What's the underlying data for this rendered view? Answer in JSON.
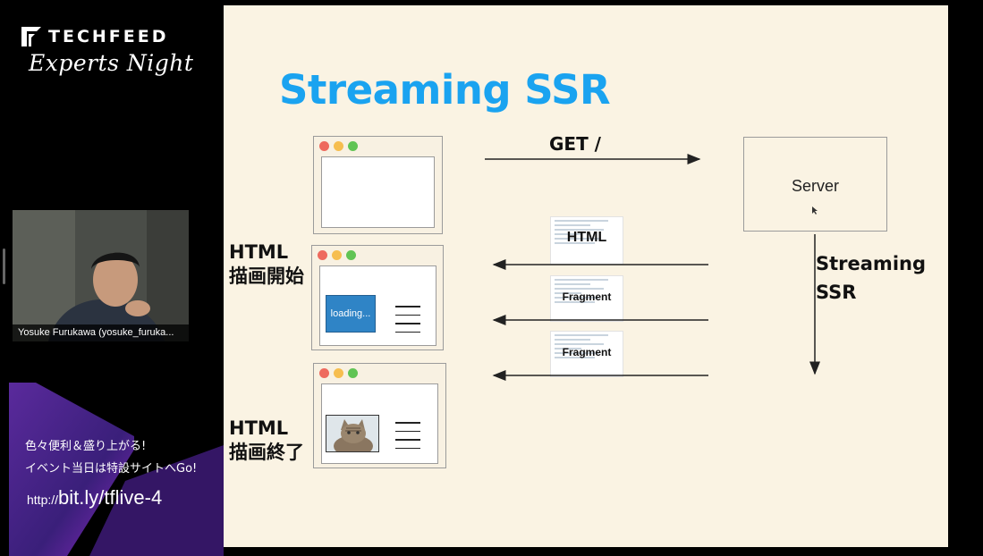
{
  "brand": {
    "name": "TECHFEED",
    "subtitle": "Experts Night"
  },
  "participant": {
    "name": "Yosuke Furukawa (yosuke_furuka..."
  },
  "promo": {
    "line1": "色々便利＆盛り上がる!",
    "line2": "イベント当日は特設サイトへGo!",
    "url_prefix": "http://",
    "url_main": "bit.ly/tflive-4"
  },
  "slide": {
    "title": "Streaming SSR",
    "request_label": "GET /",
    "server_label": "Server",
    "stream_label_line1": "Streaming",
    "stream_label_line2": "SSR",
    "response_labels": [
      "HTML",
      "Fragment",
      "Fragment"
    ],
    "label_start_line1": "HTML",
    "label_start_line2": "描画開始",
    "label_end_line1": "HTML",
    "label_end_line2": "描画終了",
    "loading_text": "loading..."
  },
  "colors": {
    "title": "#1aa3f0",
    "slide_bg": "#faf3e3",
    "dot_red": "#ee6a5e",
    "dot_yellow": "#f6be4f",
    "dot_green": "#61c454",
    "loading_bg": "#2f84c6"
  },
  "icons": [
    "techfeed-logo-icon",
    "cat-photo-icon",
    "text-lines-icon",
    "cursor-icon"
  ]
}
